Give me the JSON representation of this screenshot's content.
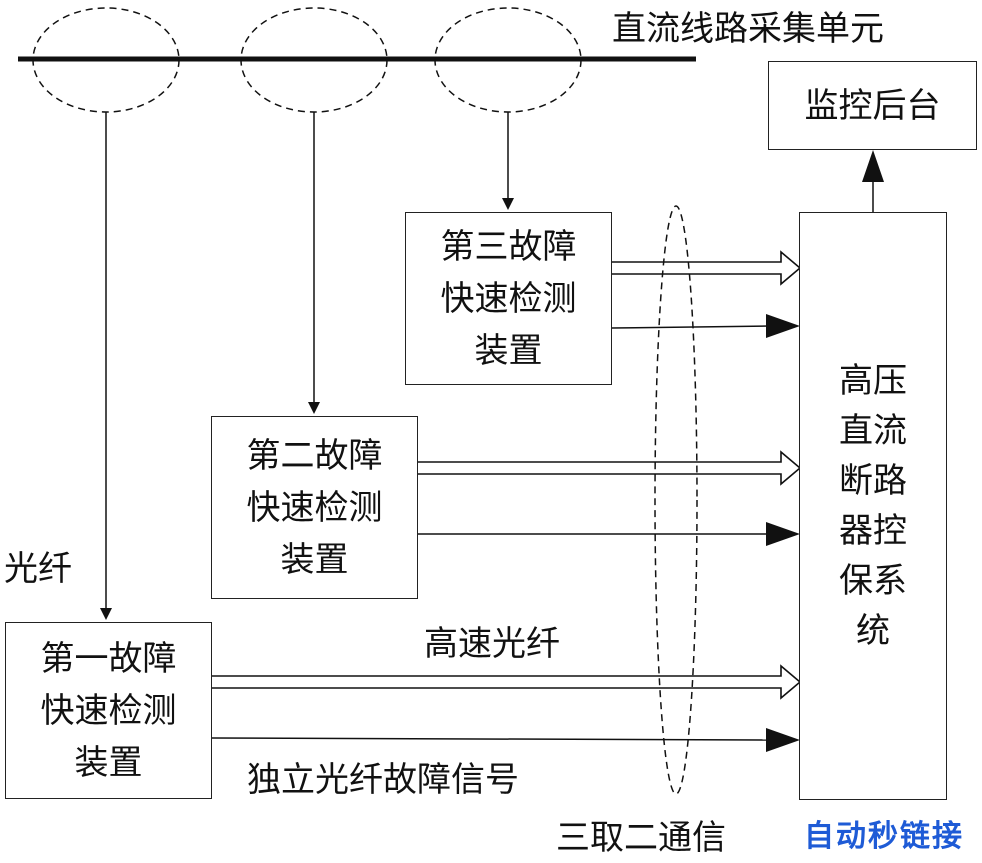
{
  "title": "直流线路采集单元",
  "monitor": "监控后台",
  "controller": [
    "高压",
    "直流",
    "断路",
    "器控",
    "保系",
    "统"
  ],
  "device3": [
    "第三故障",
    "快速检测",
    "装置"
  ],
  "device2": [
    "第二故障",
    "快速检测",
    "装置"
  ],
  "device1": [
    "第一故障",
    "快速检测",
    "装置"
  ],
  "fiber_label": "光纤",
  "highspeed_fiber_label": "高速光纤",
  "independent_signal_label": "独立光纤故障信号",
  "two_of_three_label": "三取二通信",
  "watermark": "自动秒链接"
}
